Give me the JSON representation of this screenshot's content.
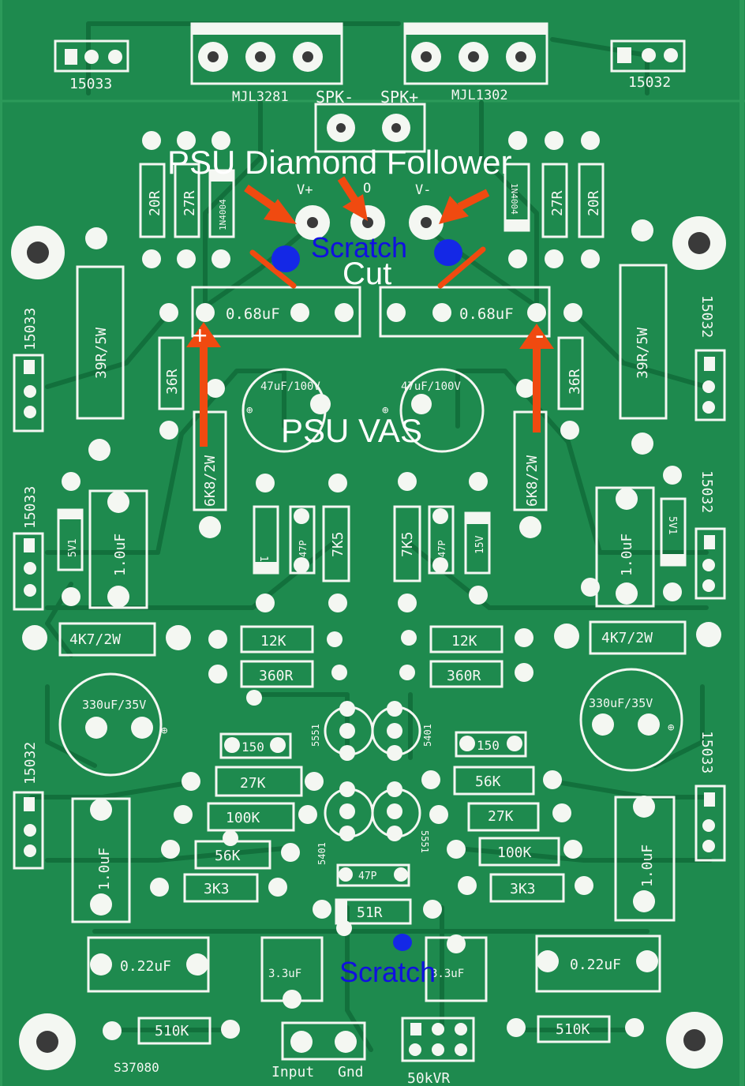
{
  "annotations": {
    "title": "PSU Diamond Follower",
    "scratch_top": "Scratch",
    "cut": "Cut",
    "vas": "PSU VAS",
    "plus": "+",
    "minus": "-",
    "scratch_bottom": "Scratch"
  },
  "top_labels": {
    "mjl3281": "MJL3281",
    "spk_minus": "SPK-",
    "spk_plus": "SPK+",
    "mjl1302": "MJL1302",
    "v_plus": "V+",
    "o": "O",
    "v_minus": "V-",
    "p15033_top": "15033",
    "p15032_top": "15032"
  },
  "left_labels": {
    "r20": "20R",
    "r27": "27R",
    "d1n4004": "1N4004",
    "r39": "39R/5W",
    "c068": "0.68uF",
    "r36": "36R",
    "c47": "47uF/100V",
    "r6k8": "6K8/2W",
    "side1": "15033",
    "side2": "15033",
    "side3": "15032",
    "z5v1": "5V1",
    "c1u": "1.0uF",
    "z15v": "15V",
    "c47p": "47P",
    "r7k5": "7K5",
    "r4k7": "4K7/2W",
    "r12k": "12K",
    "r360": "360R",
    "c330": "330uF/35V",
    "r150": "150",
    "q5551": "5551",
    "r27k": "27K",
    "r100k": "100K",
    "r56k": "56K",
    "q5401": "5401",
    "r3k3": "3K3",
    "c022": "0.22uF",
    "c33": "3.3uF",
    "r510k": "510K",
    "s37080": "S37080"
  },
  "right_labels": {
    "r20": "20R",
    "r27": "27R",
    "d1n4004": "1N4004",
    "r39": "39R/5W",
    "c068": "0.68uF",
    "r36": "36R",
    "c47": "47uF/100V",
    "r6k8": "6K8/2W",
    "side1": "15032",
    "side2": "15032",
    "side3": "15033",
    "z5v1": "5V1",
    "c1u": "1.0uF",
    "z15v": "15V",
    "c47p": "47P",
    "r7k5": "7K5",
    "r4k7": "4K7/2W",
    "r12k": "12K",
    "r360": "360R",
    "c330": "330uF/35V",
    "r150": "150",
    "q5401": "5401",
    "r56k": "56K",
    "r27k": "27K",
    "r100k": "100K",
    "q5551": "5551",
    "r3k3": "3K3",
    "c022": "0.22uF",
    "c33": "3.3uF",
    "r510k": "510K"
  },
  "center_labels": {
    "c47p": "47P",
    "r51": "51R",
    "input": "Input",
    "gnd": "Gnd",
    "vr": "50kVR"
  }
}
